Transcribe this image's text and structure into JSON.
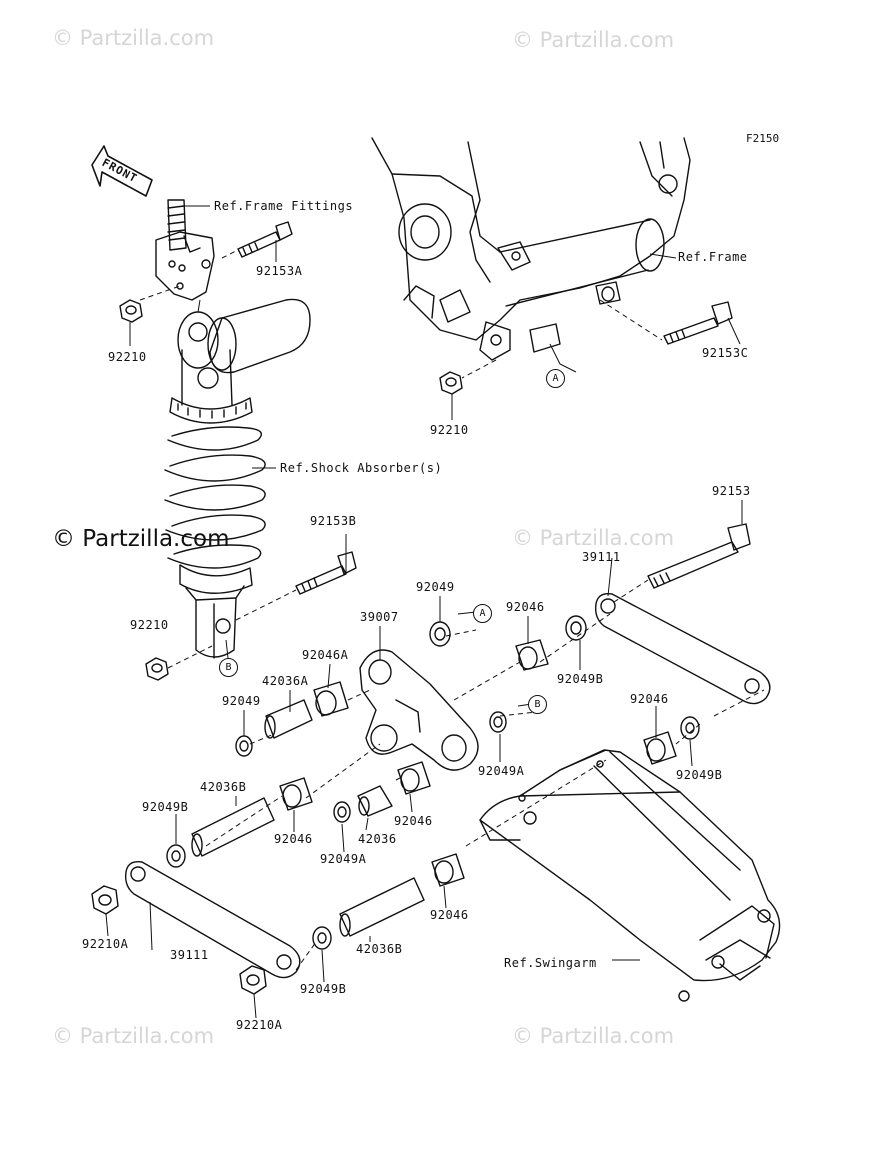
{
  "watermarks": {
    "top_left": "© Partzilla.com",
    "top_right": "© Partzilla.com",
    "mid_left": "© Partzilla.com",
    "mid_right": "© Partzilla.com",
    "bottom_left": "© Partzilla.com",
    "bottom_right": "© Partzilla.com"
  },
  "figure_code": "F2150",
  "front_label": "FRONT",
  "callouts": {
    "A_1": "A",
    "A_2": "A",
    "B_1": "B",
    "B_2": "B"
  },
  "labels": {
    "ref_frame_fittings": "Ref.Frame Fittings",
    "ref_frame": "Ref.Frame",
    "ref_shock": "Ref.Shock Absorber(s)",
    "ref_swingarm": "Ref.Swingarm",
    "p_92153A": "92153A",
    "p_92210_a": "92210",
    "p_92210_b": "92210",
    "p_92210_c": "92210",
    "p_92153C": "92153C",
    "p_92153": "92153",
    "p_92153B": "92153B",
    "p_39111_top": "39111",
    "p_92049_top": "92049",
    "p_39007": "39007",
    "p_92046_top": "92046",
    "p_92046A": "92046A",
    "p_42036A": "42036A",
    "p_92049_left": "92049",
    "p_92049B_top": "92049B",
    "p_92046_right": "92046",
    "p_92049B_right": "92049B",
    "p_92049A_right": "92049A",
    "p_42036B_top": "42036B",
    "p_92049B_left": "92049B",
    "p_92046_mid": "92046",
    "p_92046_center": "92046",
    "p_42036": "42036",
    "p_92049A_low": "92049A",
    "p_92046_low": "92046",
    "p_92210A_left": "92210A",
    "p_39111_low": "39111",
    "p_42036B_low": "42036B",
    "p_92049B_low": "92049B",
    "p_92210A_low": "92210A"
  }
}
